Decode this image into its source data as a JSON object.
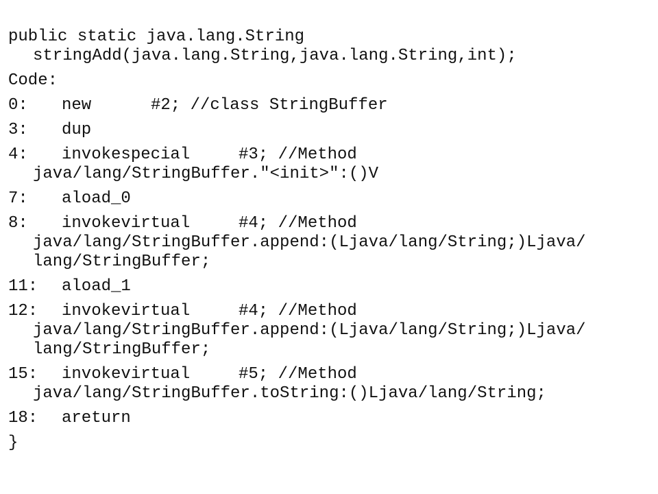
{
  "method_sig": {
    "line1": "public static java.lang.String",
    "line2": "stringAdd(java.lang.String,java.lang.String,int);"
  },
  "code_label": "Code:",
  "instructions": [
    {
      "offset": "0:",
      "op": "new",
      "arg": "#2; //class StringBuffer"
    },
    {
      "offset": "3:",
      "op": "dup",
      "arg": ""
    },
    {
      "offset": "4:",
      "op": "invokespecial",
      "arg": "#3; //Method",
      "cont": [
        "java/lang/StringBuffer.\"<init>\":()V"
      ]
    },
    {
      "offset": "7:",
      "op": "aload_0",
      "arg": ""
    },
    {
      "offset": "8:",
      "op": "invokevirtual",
      "arg": "#4; //Method",
      "cont": [
        "java/lang/StringBuffer.append:(Ljava/lang/String;)Ljava/",
        "lang/StringBuffer;"
      ]
    },
    {
      "offset": "11:",
      "op": "aload_1",
      "arg": ""
    },
    {
      "offset": "12:",
      "op": "invokevirtual",
      "arg": "#4; //Method",
      "cont": [
        "java/lang/StringBuffer.append:(Ljava/lang/String;)Ljava/",
        "lang/StringBuffer;"
      ]
    },
    {
      "offset": "15:",
      "op": "invokevirtual",
      "arg": "#5; //Method",
      "cont": [
        "java/lang/StringBuffer.toString:()Ljava/lang/String;"
      ]
    },
    {
      "offset": "18:",
      "op": "areturn",
      "arg": ""
    }
  ],
  "closing_brace": "}"
}
